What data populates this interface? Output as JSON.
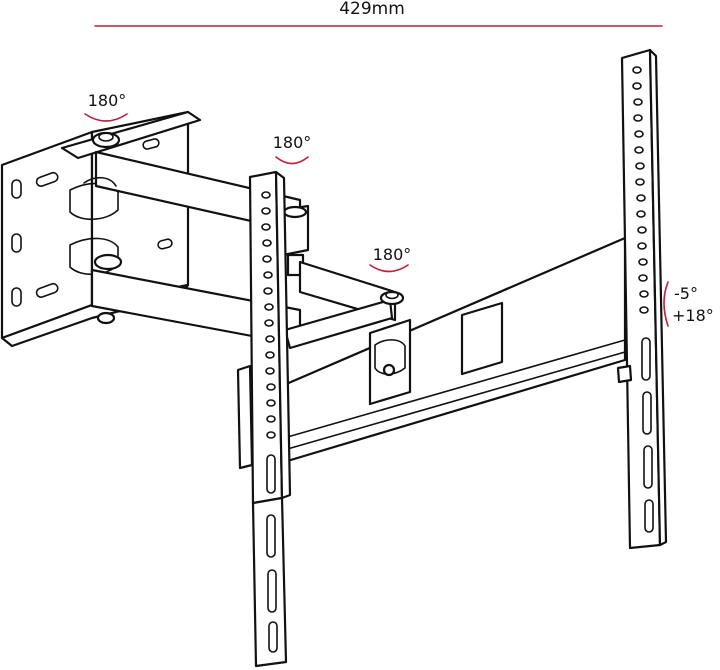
{
  "dimensions": {
    "width_label": "429mm"
  },
  "rotations": [
    {
      "label": "180°"
    },
    {
      "label": "180°"
    },
    {
      "label": "180°"
    }
  ],
  "tilt": {
    "down_label": "-5°",
    "up_label": "+18°"
  },
  "colors": {
    "line": "#111111",
    "accent": "#c41e3a",
    "background": "#ffffff"
  }
}
